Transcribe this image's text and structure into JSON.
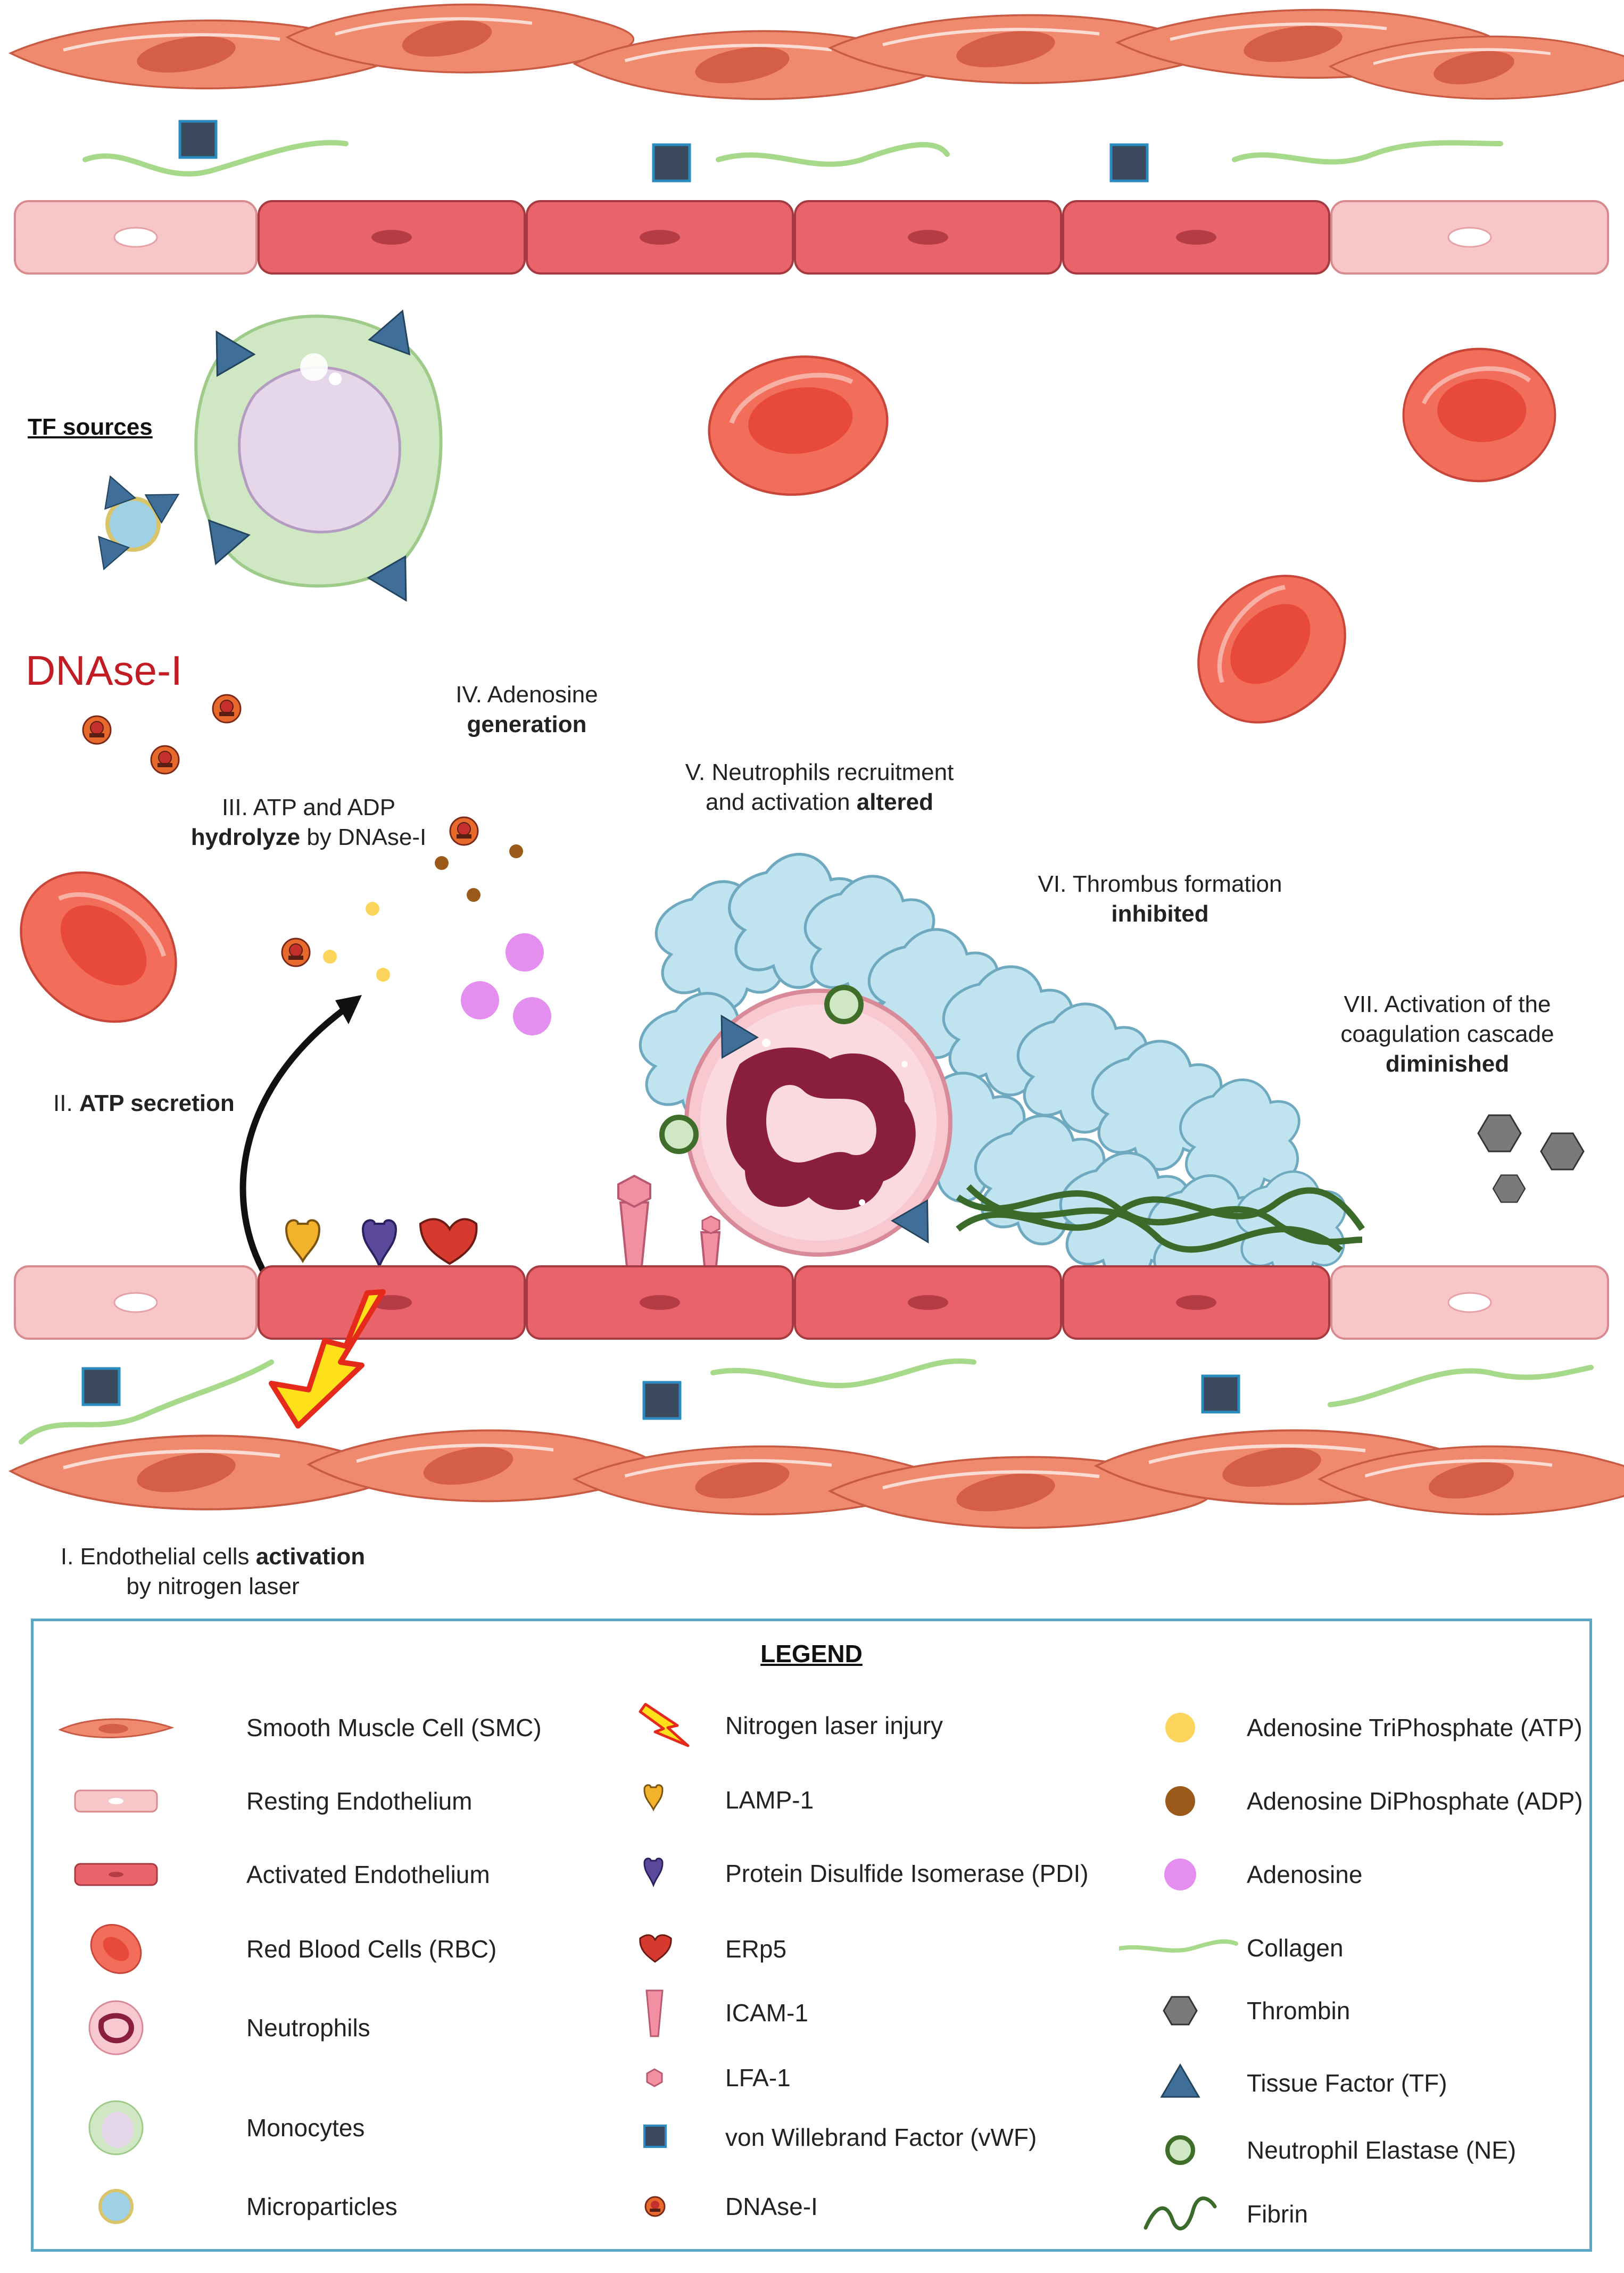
{
  "labels": {
    "tf_sources": "TF sources",
    "dnase_title": "DNAse-I",
    "step1_a": "I. Endothelial cells ",
    "step1_b": "activation",
    "step1_c": "by nitrogen laser",
    "step2_a": "II. ",
    "step2_b": "ATP secretion",
    "step3_a": "III. ATP and ADP",
    "step3_b": "hydrolyze",
    "step3_c": " by DNAse-I",
    "step4_a": "IV. Adenosine",
    "step4_b": "generation",
    "step5_a": "V. Neutrophils recruitment",
    "step5_b": "and activation ",
    "step5_c": "altered",
    "step6_a": "VI. Thrombus formation",
    "step6_b": "inhibited",
    "step7_a": "VII. Activation of the",
    "step7_b": "coagulation cascade",
    "step7_c": "diminished"
  },
  "legend": {
    "title": "LEGEND",
    "col1": [
      {
        "icon": "smooth-muscle-cell",
        "label": "Smooth Muscle Cell (SMC)"
      },
      {
        "icon": "resting-endothelium",
        "label": "Resting Endothelium"
      },
      {
        "icon": "activated-endothelium",
        "label": "Activated Endothelium"
      },
      {
        "icon": "red-blood-cell",
        "label": "Red Blood Cells (RBC)"
      },
      {
        "icon": "neutrophil",
        "label": "Neutrophils"
      },
      {
        "icon": "monocyte",
        "label": "Monocytes"
      },
      {
        "icon": "microparticle",
        "label": "Microparticles"
      }
    ],
    "col2": [
      {
        "icon": "laser-bolt",
        "label": "Nitrogen laser injury"
      },
      {
        "icon": "lamp1",
        "label": "LAMP-1"
      },
      {
        "icon": "pdi",
        "label": "Protein Disulfide Isomerase (PDI)"
      },
      {
        "icon": "erp5",
        "label": "ERp5"
      },
      {
        "icon": "icam1",
        "label": "ICAM-1"
      },
      {
        "icon": "lfa1",
        "label": "LFA-1"
      },
      {
        "icon": "vwf-square",
        "label": "von Willebrand Factor (vWF)"
      },
      {
        "icon": "dnase",
        "label": "DNAse-I"
      }
    ],
    "col3": [
      {
        "icon": "atp-dot",
        "label": "Adenosine TriPhosphate (ATP)"
      },
      {
        "icon": "adp-dot",
        "label": "Adenosine DiPhosphate (ADP)"
      },
      {
        "icon": "adenosine-dot",
        "label": "Adenosine"
      },
      {
        "icon": "collagen",
        "label": "Collagen"
      },
      {
        "icon": "thrombin",
        "label": "Thrombin"
      },
      {
        "icon": "tissue-factor",
        "label": "Tissue Factor (TF)"
      },
      {
        "icon": "neutrophil-elastase",
        "label": "Neutrophil Elastase (NE)"
      },
      {
        "icon": "fibrin",
        "label": "Fibrin"
      }
    ]
  },
  "colors": {
    "smc": "#f08a6e",
    "smc_nucleus": "#d45e46",
    "resting_endo": "#f7c6c8",
    "activated_endo": "#e8636a",
    "rbc": "#f26d5a",
    "rbc_center": "#e84a3a",
    "vwf": "#3c4a5e",
    "collagen": "#a6d98a",
    "atp": "#fdd55c",
    "adp": "#9c5a1a",
    "adenosine": "#e48ff0",
    "thrombin": "#7a7a7a",
    "tissue_factor": "#3f6f98",
    "ne": "#3e6e2a",
    "fibrin": "#3a6b2a",
    "thrombus": "#bfe4ef",
    "legend_border": "#5ba6c6",
    "dnase_red": "#c21d24"
  }
}
